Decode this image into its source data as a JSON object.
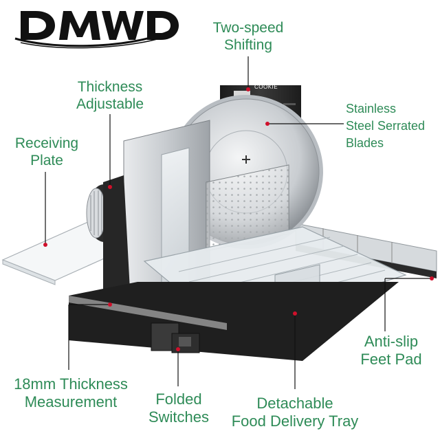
{
  "brand": {
    "logo_text": "DMWD"
  },
  "product": {
    "blade_marking": "COOKIE"
  },
  "callouts": [
    {
      "id": "two-speed",
      "lines": [
        "Two-speed",
        "Shifting"
      ]
    },
    {
      "id": "thickness-adjust",
      "lines": [
        "Thickness",
        "Adjustable"
      ]
    },
    {
      "id": "receiving-plate",
      "lines": [
        "Receiving",
        "Plate"
      ]
    },
    {
      "id": "serrated-blades",
      "lines": [
        "Stainless",
        "Steel Serrated",
        "Blades"
      ]
    },
    {
      "id": "anti-slip",
      "lines": [
        "Anti-slip",
        "Feet Pad"
      ]
    },
    {
      "id": "thickness-measure",
      "lines": [
        "18mm Thickness",
        "Measurement"
      ]
    },
    {
      "id": "folded-switches",
      "lines": [
        "Folded",
        "Switches"
      ]
    },
    {
      "id": "delivery-tray",
      "lines": [
        "Detachable",
        "Food Delivery Tray"
      ]
    }
  ],
  "colors": {
    "label_text": "#2e8b57",
    "marker_dot": "#d0102b",
    "leader_line": "#111111",
    "body_dark": "#2a2a2a",
    "steel": "#c9cdd1"
  }
}
